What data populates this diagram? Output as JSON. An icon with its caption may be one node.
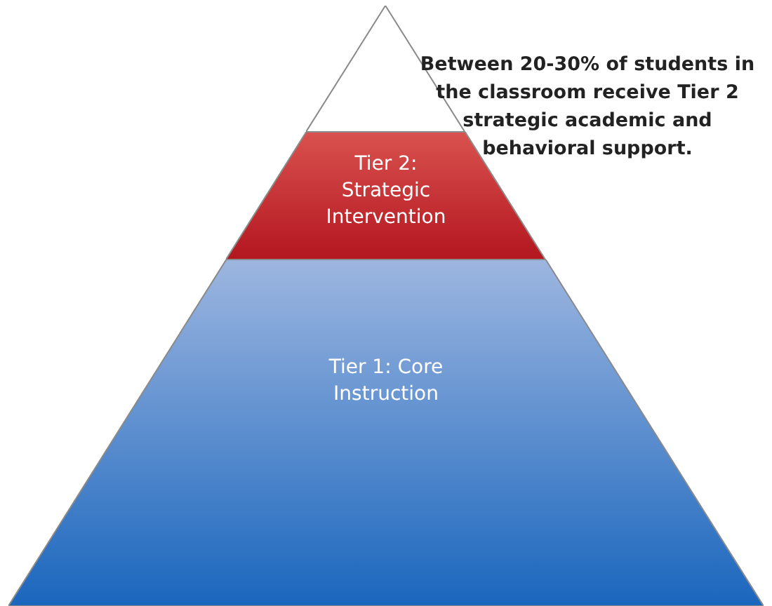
{
  "diagram": {
    "nodes": [
      {
        "text": [],
        "shape": "triangle"
      },
      {
        "text": [
          "Tier 2: Strategic Intervention"
        ]
      },
      {
        "text": [
          "Tier 1: Core Instruction"
        ]
      }
    ],
    "labels": [
      "Between 20-30% of students in the classroom receive Tier 2 strategic academic and behavioral support."
    ]
  }
}
